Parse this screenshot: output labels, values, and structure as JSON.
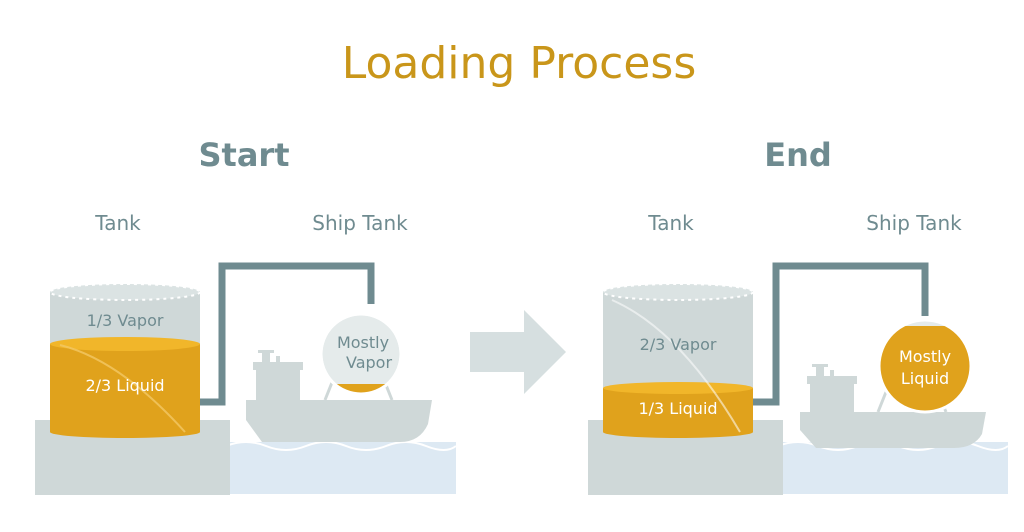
{
  "title": "Loading Process",
  "start": {
    "heading": "Start",
    "tank_label": "Tank",
    "ship_label": "Ship Tank",
    "tank_vapor": "1/3 Vapor",
    "tank_liquid": "2/3 Liquid",
    "ship_content_line1": "Mostly",
    "ship_content_line2": "Vapor"
  },
  "end": {
    "heading": "End",
    "tank_label": "Tank",
    "ship_label": "Ship Tank",
    "tank_vapor": "2/3 Vapor",
    "tank_liquid": "1/3 Liquid",
    "ship_content_line1": "Mostly",
    "ship_content_line2": "Liquid"
  },
  "colors": {
    "title": "#c9961a",
    "heading": "#6f8b90",
    "label": "#6f8b90",
    "tank_gray": "#cfd8d8",
    "liquid": "#e0a21c",
    "liquid_top": "#f1b62a",
    "pipe": "#6f8b90",
    "water": "#dde9f3",
    "arrow": "#d6dfe0",
    "label_on_gray": "#6f8b90",
    "label_on_liquid": "#ffffff"
  }
}
